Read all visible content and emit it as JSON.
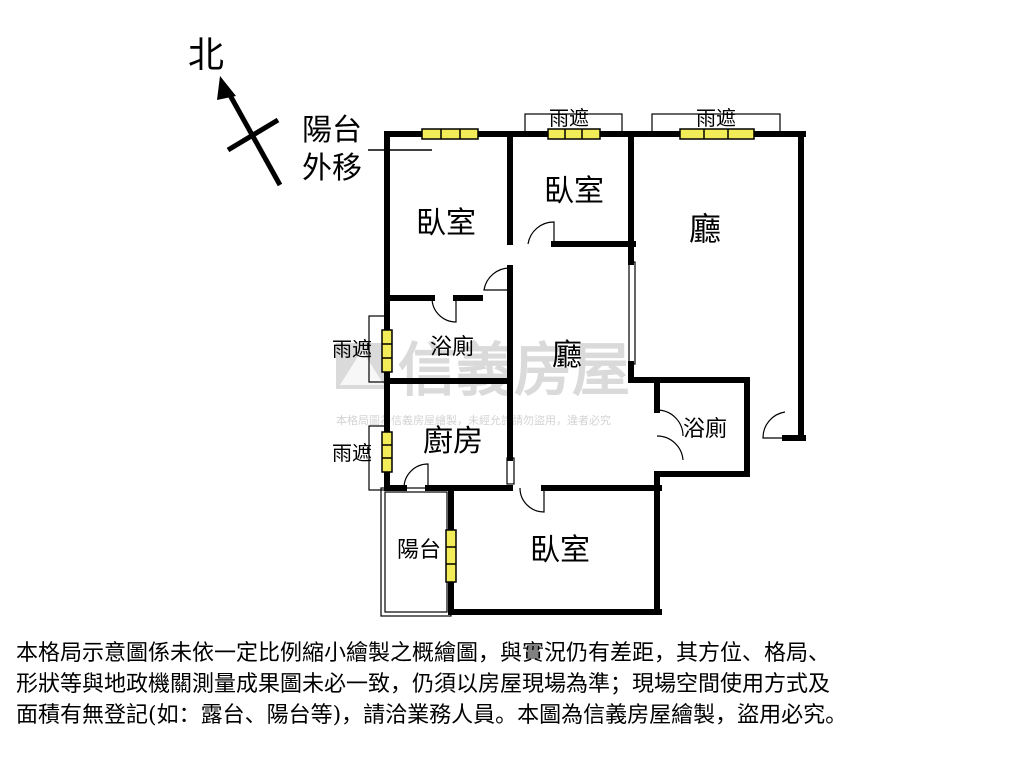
{
  "compass": {
    "label": "北"
  },
  "balcony_note": {
    "line1": "陽台",
    "line2": "外移"
  },
  "rooms": {
    "bedroom_nw": "臥室",
    "bedroom_n": "臥室",
    "living_ne": "廳",
    "bath_w": "浴廁",
    "living_center": "廳",
    "kitchen": "廚房",
    "bath_e": "浴廁",
    "balcony": "陽台",
    "bedroom_s": "臥室"
  },
  "canopies": {
    "north_middle": "雨遮",
    "north_east": "雨遮",
    "west_upper": "雨遮",
    "west_lower": "雨遮"
  },
  "watermark": {
    "logo_text": "信義房屋",
    "small_text": "本格局圖為信義房屋繪製，未經允許請勿盜用，違者必究"
  },
  "disclaimer": [
    "本格局示意圖係未依一定比例縮小繪製之概繪圖，與實況仍有差距，其方位、格局、",
    "形狀等與地政機關測量成果圖未必一致，仍須以房屋現場為準；現場空間使用方式及",
    "面積有無登記(如：露台、陽台等)，請洽業務人員。本圖為信義房屋繪製，盜用必究。"
  ],
  "colors": {
    "wall": "#000000",
    "window_fill": "#f2ec58",
    "watermark": "#c8c8c8"
  }
}
